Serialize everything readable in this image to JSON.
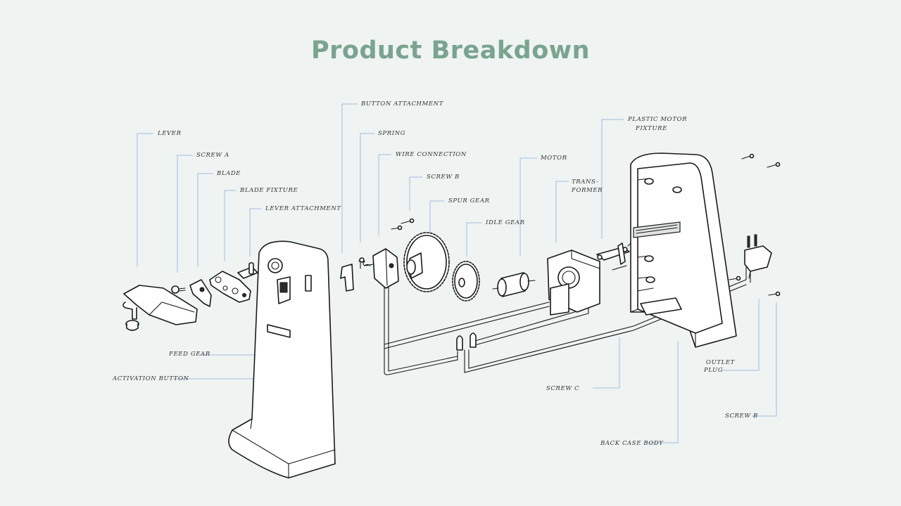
{
  "title": "Product Breakdown",
  "colors": {
    "title": "#7aa48f",
    "background": "#eff3f2",
    "leader_line": "#9fbfe0"
  },
  "labels": {
    "lever": "LEVER",
    "screw_a": "SCREW A",
    "blade": "BLADE",
    "blade_fixture": "BLADE FIXTURE",
    "lever_attachment": "LEVER ATTACHMENT",
    "button_attachment": "BUTTON ATTACHMENT",
    "spring": "SPRING",
    "wire_connection": "WIRE CONNECTION",
    "screw_b_top": "SCREW B",
    "spur_gear": "SPUR GEAR",
    "idle_gear": "IDLE GEAR",
    "motor": "MOTOR",
    "transformer_line1": "TRANS-",
    "transformer_line2": "FORMER",
    "plastic_motor_fixture_line1": "PLASTIC MOTOR",
    "plastic_motor_fixture_line2": "FIXTURE",
    "feed_gear": "FEED GEAR",
    "activation_button": "ACTIVATION BUTTON",
    "screw_c": "SCREW C",
    "outlet_plug_line1": "OUTLET",
    "outlet_plug_line2": "PLUG",
    "screw_b_bottom": "SCREW B",
    "back_case_body": "BACK CASE BODY"
  }
}
